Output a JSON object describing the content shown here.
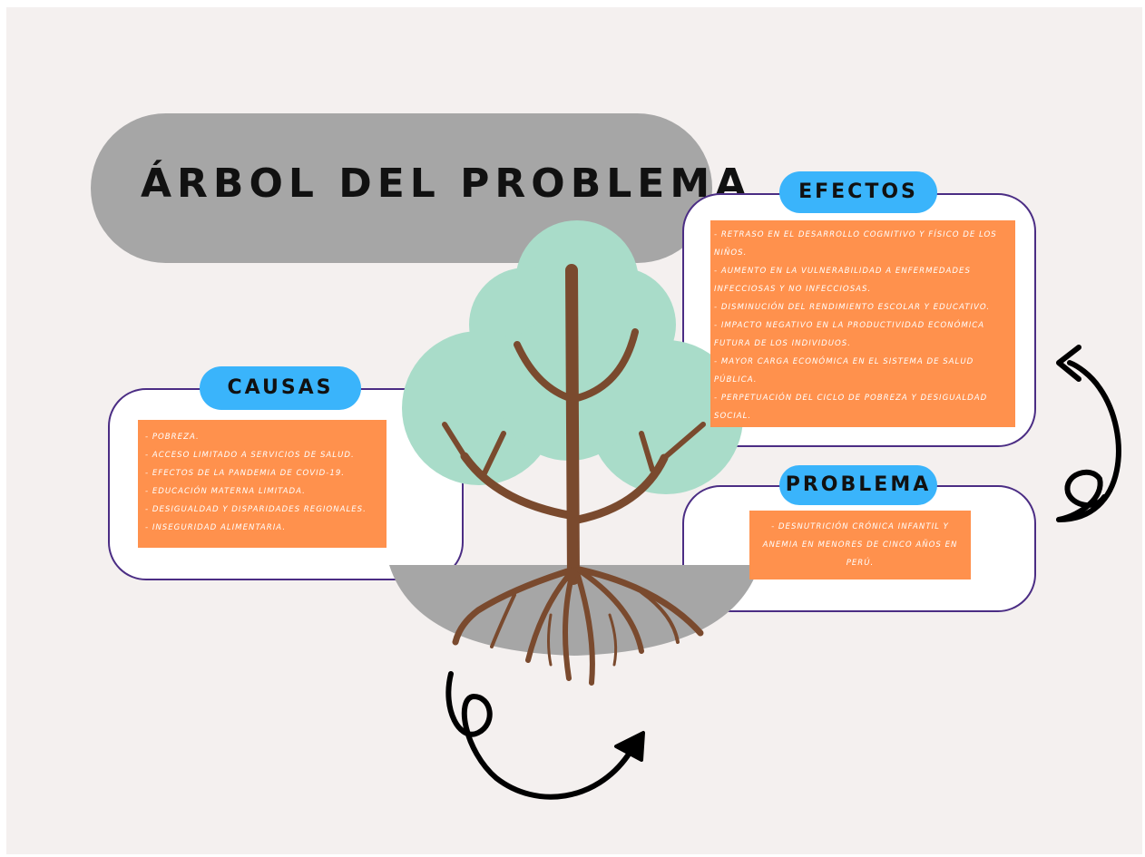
{
  "title": "ÁRBOL DEL PROBLEMA",
  "causas": {
    "label": "CAUSAS",
    "items": [
      "- Pobreza.",
      "- Acceso limitado a servicios de salud.",
      "- Efectos de la pandemia de COVID-19.",
      "- Educación materna limitada.",
      "- Desigualdad y disparidades regionales.",
      "- Inseguridad alimentaria."
    ]
  },
  "efectos": {
    "label": "EFECTOS",
    "items": [
      "- Retraso en el desarrollo cognitivo y físico de los niños.",
      "- Aumento en la vulnerabilidad a enfermedades infecciosas y no infecciosas.",
      "- Disminución del rendimiento escolar y educativo.",
      "- Impacto negativo en la productividad económica futura de los individuos.",
      "- Mayor carga económica en el sistema de salud pública.",
      "- Perpetuación del ciclo de pobreza y desigualdad social."
    ]
  },
  "problema": {
    "label": "PROBLEMA",
    "text": "- Desnutrición crónica infantil y anemia en menores de cinco años en Perú."
  },
  "colors": {
    "background": "#f4f0ef",
    "title_pill": "#a6a6a6",
    "label_pill": "#3ab4fb",
    "box_fill": "#ff914d",
    "card_border": "#4b2d84",
    "tree_leaves": "#a9dcc9",
    "tree_trunk": "#7a4a2e",
    "ground": "#a6a6a6"
  }
}
